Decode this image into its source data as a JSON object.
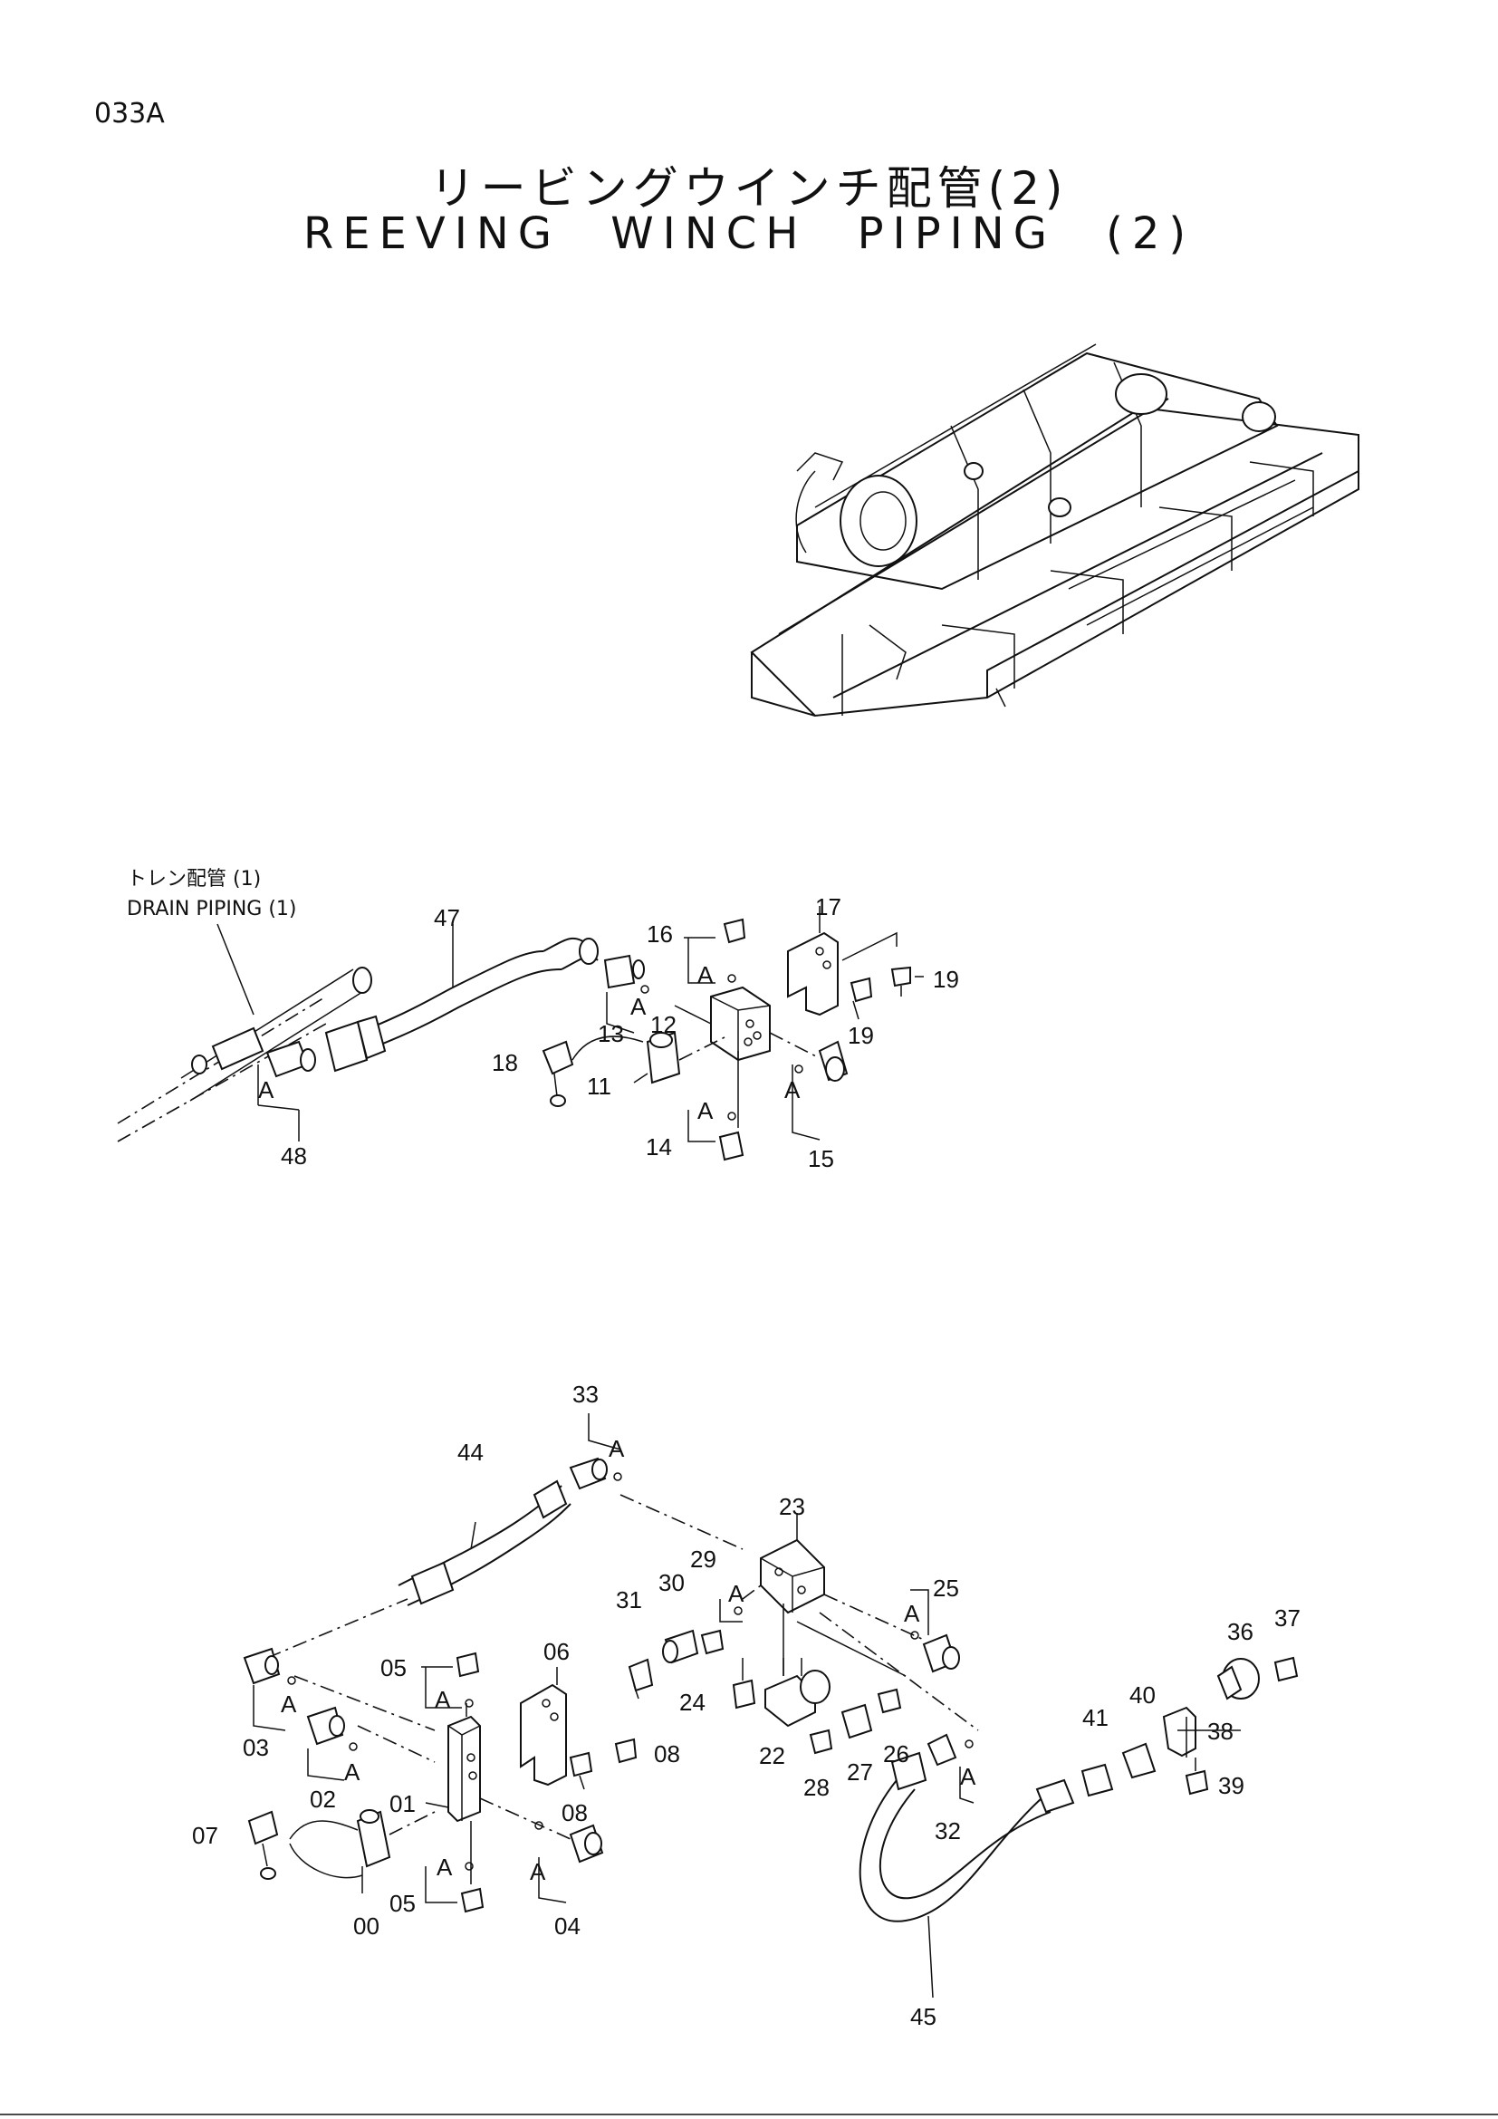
{
  "page_code": "033A",
  "title_jp": "リービングウインチ配管(2)",
  "title_en": "REEVING  WINCH  PIPING (2)",
  "reference_note": {
    "jp": "トレン配管 (1)",
    "en": "DRAIN  PIPING  (1)"
  },
  "top_assembly_labels": [
    "47",
    "16",
    "A",
    "17",
    "19",
    "A",
    "13",
    "12",
    "19",
    "18",
    "11",
    "A",
    "14",
    "A",
    "15",
    "A",
    "48"
  ],
  "bottom_assembly_labels": [
    "33",
    "A",
    "44",
    "23",
    "29",
    "30",
    "31",
    "A",
    "25",
    "A",
    "05",
    "A",
    "06",
    "08",
    "03",
    "A",
    "02",
    "A",
    "01",
    "08",
    "24",
    "22",
    "28",
    "27",
    "26",
    "A",
    "32",
    "36",
    "37",
    "40",
    "38",
    "41",
    "39",
    "07",
    "A",
    "05",
    "A",
    "04",
    "00",
    "45"
  ]
}
